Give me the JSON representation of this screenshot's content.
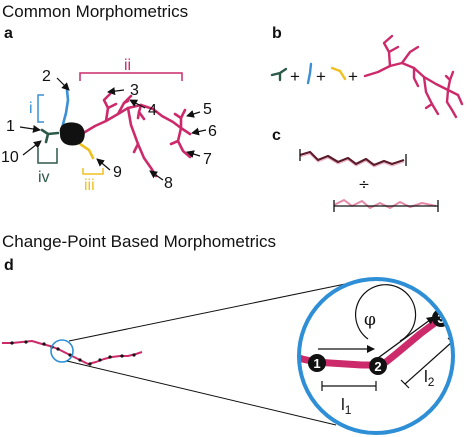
{
  "sections": {
    "common": "Common Morphometrics",
    "changepoint": "Change-Point Based Morphometrics"
  },
  "panels": {
    "a": "a",
    "b": "b",
    "c": "c",
    "d": "d"
  },
  "panel_a": {
    "branch_labels": [
      "1",
      "2",
      "3",
      "4",
      "5",
      "6",
      "7",
      "8",
      "9",
      "10"
    ],
    "segment_labels": {
      "i": "i",
      "ii": "ii",
      "iii": "iii",
      "iv": "iv"
    }
  },
  "panel_b": {
    "operators": [
      "+",
      "+",
      "+"
    ]
  },
  "panel_c": {
    "operator": "÷"
  },
  "panel_d": {
    "points": [
      "1",
      "2",
      "3"
    ],
    "angle": "φ",
    "lengths": {
      "l1_base": "l",
      "l1_sub": "1",
      "l2_base": "l",
      "l2_sub": "2"
    }
  },
  "colors": {
    "magenta": "#cc2a6b",
    "blue": "#3b8fd4",
    "green": "#2c5a48",
    "yellow": "#f0c020",
    "dark_red": "#5a1a2a",
    "pink": "#e58aa6",
    "circle_blue": "#2e8fd6",
    "black": "#111111"
  }
}
